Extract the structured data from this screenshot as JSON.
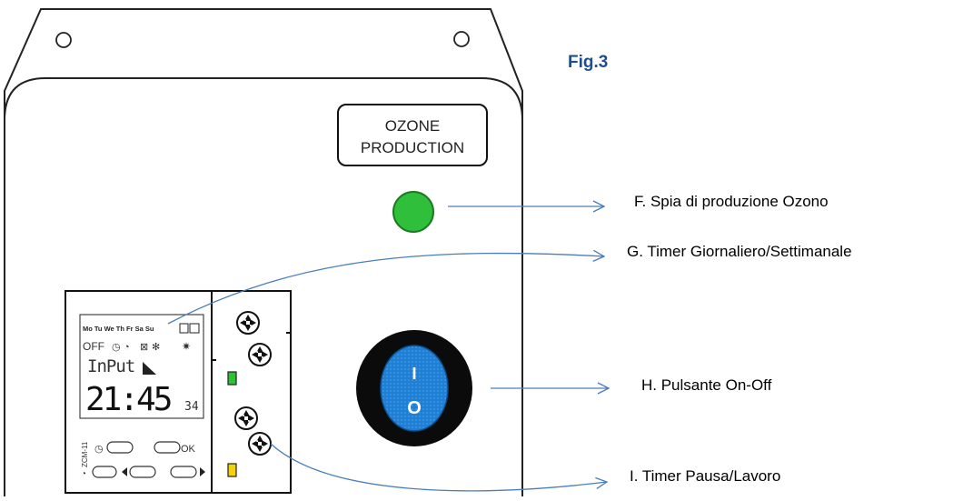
{
  "figure_label": "Fig.3",
  "device": {
    "ozone_sign_line1": "OZONE",
    "ozone_sign_line2": "PRODUCTION",
    "switch_on_symbol": "I",
    "switch_off_symbol": "O",
    "indicator_color": "#2fbf3a",
    "switch_color": "#1f7fd4"
  },
  "timer_display": {
    "days": "Mo Tu We Th Fr Sa Su",
    "status_row": "OFF",
    "mode_text": "InPut",
    "time": "21:45",
    "seconds": "34",
    "model": "ZCM-11",
    "ok_label": "OK"
  },
  "callouts": [
    {
      "id": "F",
      "text": "F. Spia di produzione Ozono"
    },
    {
      "id": "G",
      "text": "G. Timer Giornaliero/Settimanale"
    },
    {
      "id": "H",
      "text": "H. Pulsante On-Off"
    },
    {
      "id": "I",
      "text": "I. Timer Pausa/Lavoro"
    }
  ],
  "colors": {
    "callout_line": "#4a7ebb",
    "figure_label": "#1f4e8c"
  }
}
